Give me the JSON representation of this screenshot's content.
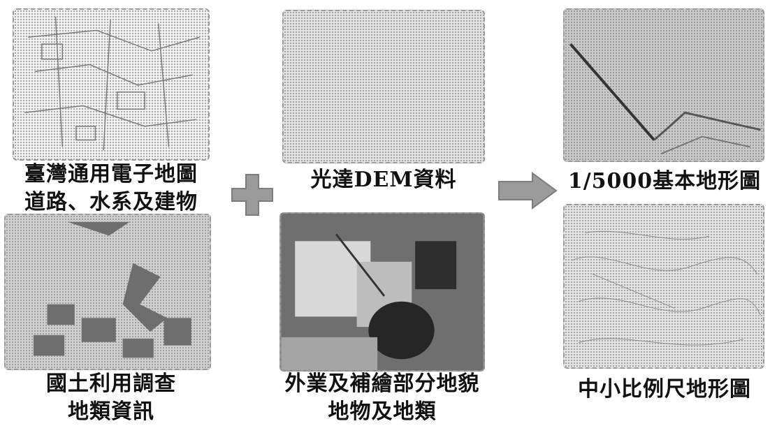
{
  "inputs": {
    "road_map": {
      "caption_line1": "臺灣通用電子地圖",
      "caption_line2": "道路、水系及建物"
    },
    "land_use": {
      "caption_line1": "國土利用調查",
      "caption_line2": "地類資訊"
    },
    "lidar": {
      "caption": "光達DEM資料"
    },
    "field": {
      "caption_line1": "外業及補繪部分地貌",
      "caption_line2": "地物及地類"
    }
  },
  "outputs": {
    "basic_map": {
      "caption": "1/5000基本地形圖"
    },
    "small_scale_map": {
      "caption": "中小比例尺地形圖"
    }
  },
  "colors": {
    "panel_border": "#9a9a9a",
    "plus_fill": "#9b9b9b",
    "arrow_fill": "#9b9b9b"
  },
  "icons": {
    "plus": "plus-icon",
    "arrow": "right-arrow-icon"
  }
}
